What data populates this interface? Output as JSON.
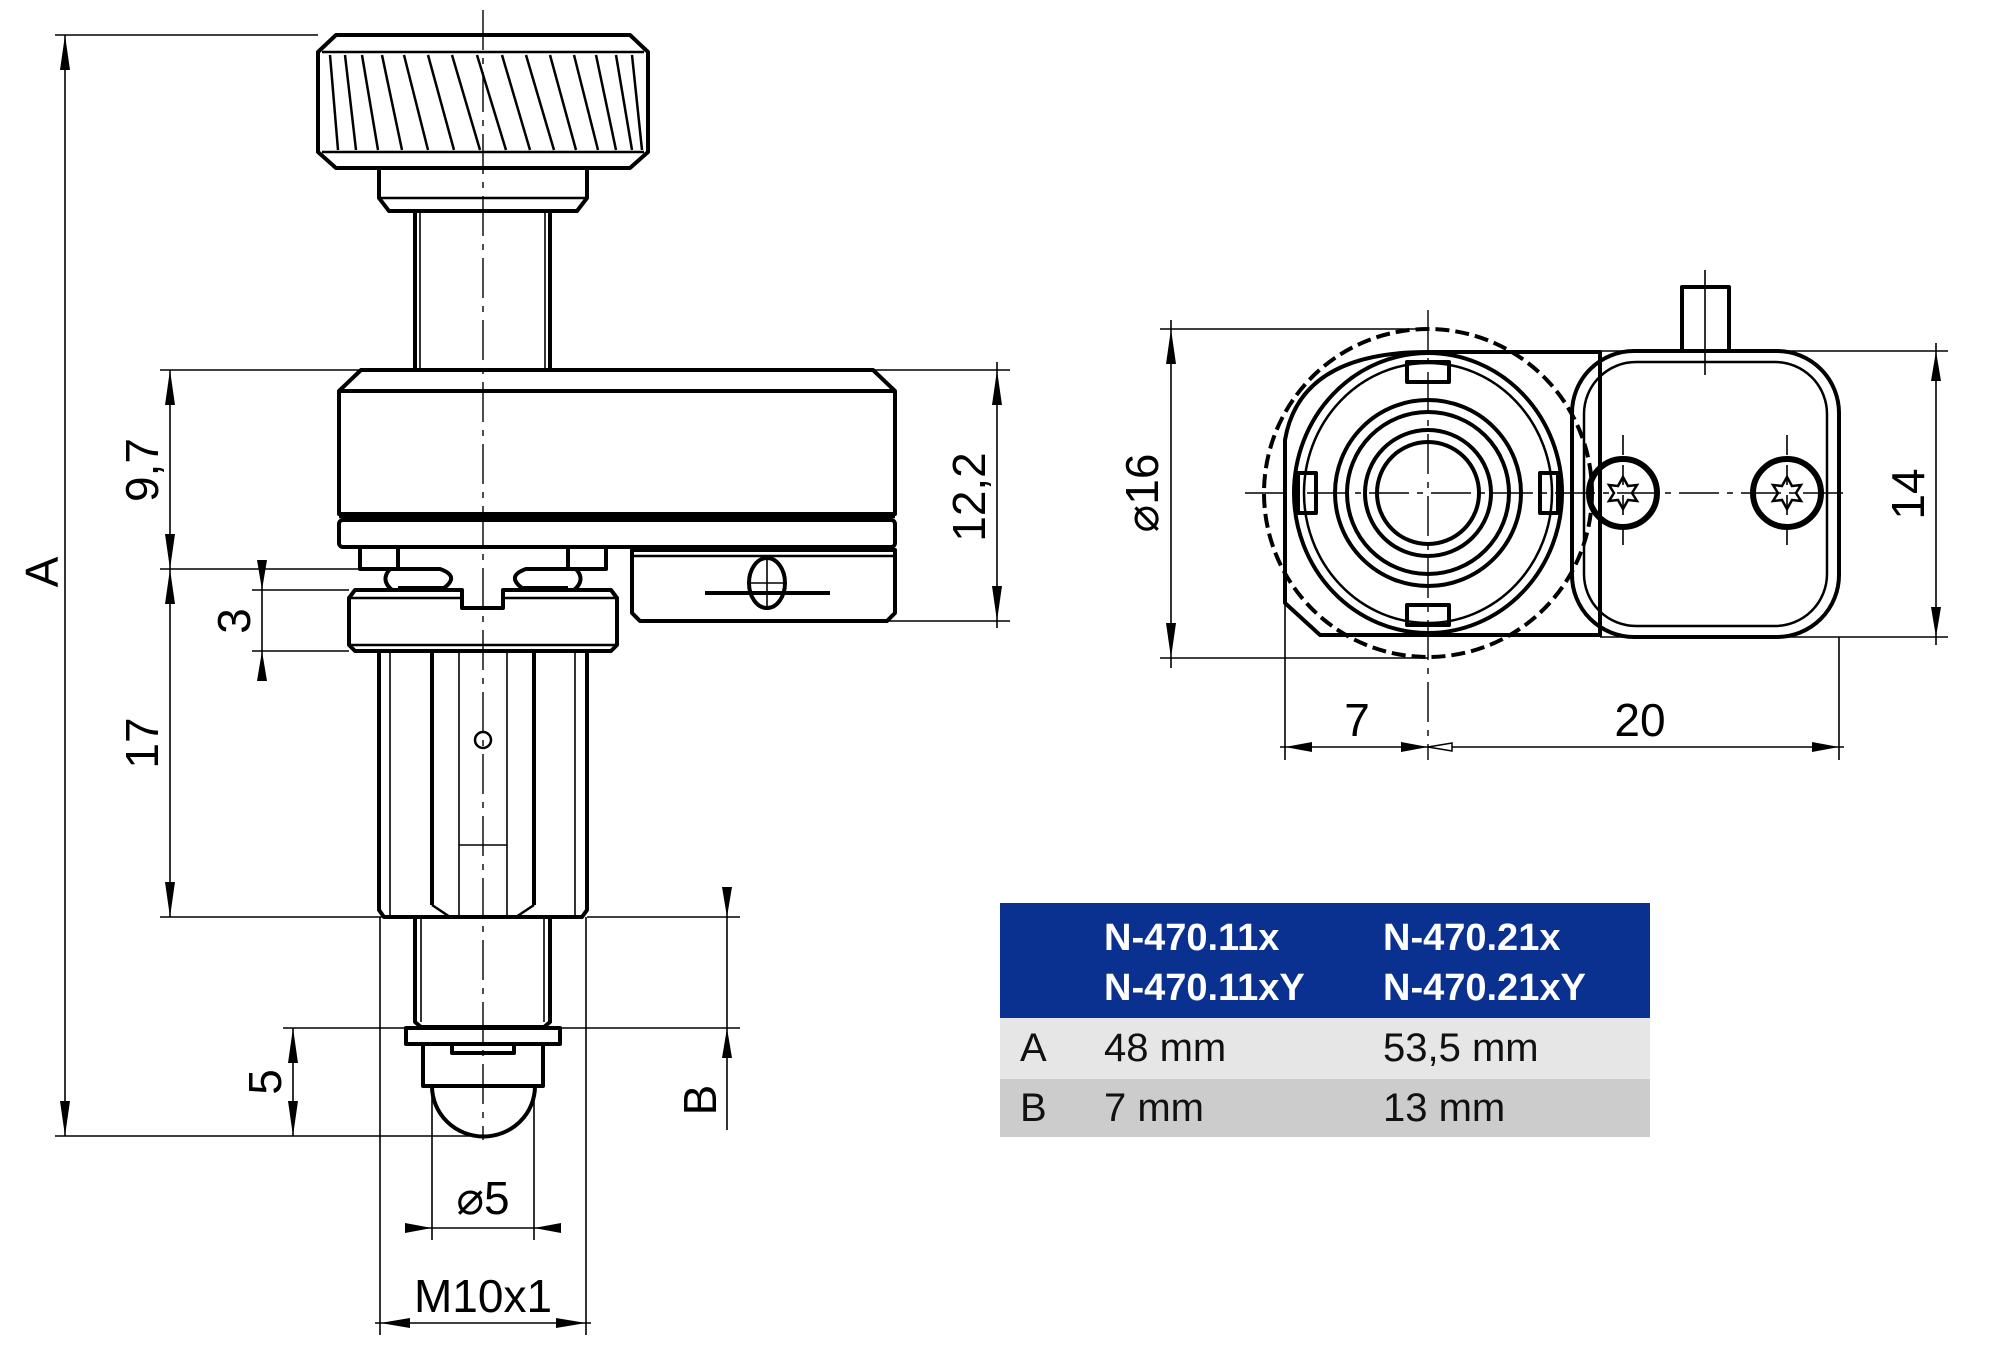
{
  "drawing": {
    "side_view": {
      "dimensions": {
        "overall_length": "A",
        "body_height": "9,7",
        "body_total_height": "12,2",
        "collar_height": "3",
        "hex_length": "17",
        "tip_length": "5",
        "thread_length": "B",
        "tip_diameter": "⌀5",
        "thread": "M10x1"
      }
    },
    "top_view": {
      "dimensions": {
        "knob_diameter": "⌀16",
        "width": "14",
        "offset_left": "7",
        "length_right": "20"
      }
    }
  },
  "table": {
    "header": {
      "col0": "",
      "col1_line1": "N-470.11x",
      "col1_line2": "N-470.11xY",
      "col2_line1": "N-470.21x",
      "col2_line2": "N-470.21xY"
    },
    "rows": [
      {
        "label": "A",
        "col1": "48 mm",
        "col2": "53,5 mm"
      },
      {
        "label": "B",
        "col1": "7 mm",
        "col2": "13 mm"
      }
    ],
    "colors": {
      "header_bg": "#0b3190",
      "header_text": "#ffffff",
      "row_a_bg": "#e6e6e6",
      "row_b_bg": "#cccccc"
    }
  }
}
